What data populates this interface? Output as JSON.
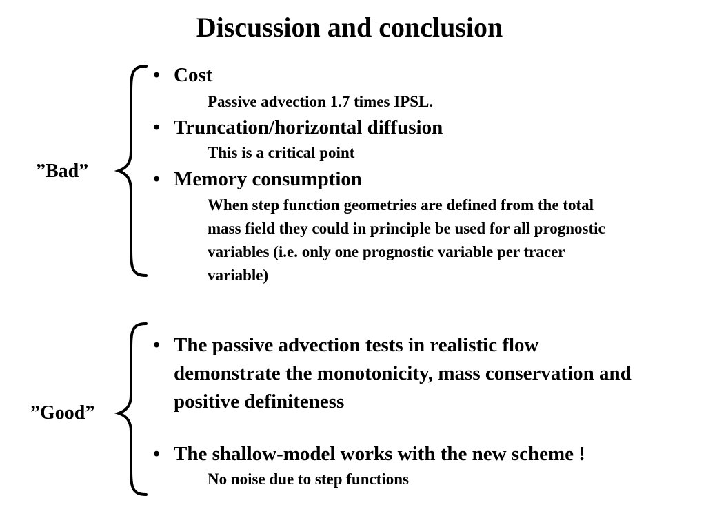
{
  "slide": {
    "title": "Discussion and conclusion",
    "bullet_glyph": "•",
    "bad": {
      "label": "”Bad”",
      "items": [
        {
          "heading": "Cost",
          "detail": [
            "Passive advection 1.7 times IPSL."
          ]
        },
        {
          "heading": "Truncation/horizontal diffusion",
          "detail": [
            "This is a critical point"
          ]
        },
        {
          "heading": "Memory consumption",
          "detail": [
            "When step function geometries are defined from the total",
            "mass field they could in principle be used for all prognostic",
            "variables (i.e. only one prognostic variable per tracer",
            "variable)"
          ]
        }
      ]
    },
    "good": {
      "label": "”Good”",
      "items": [
        {
          "lines": [
            "The passive advection tests in realistic flow",
            "demonstrate the monotonicity, mass conservation and",
            "positive definiteness"
          ]
        },
        {
          "lines": [
            "The shallow-model works with the new scheme !"
          ],
          "detail": [
            "No noise due to step functions"
          ]
        }
      ]
    }
  }
}
